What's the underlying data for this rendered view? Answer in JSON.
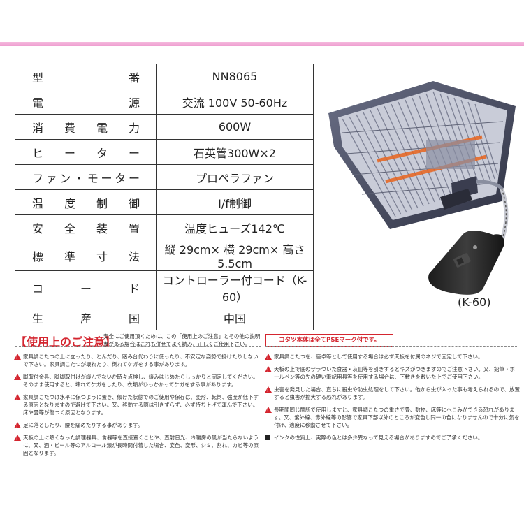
{
  "spec_table": [
    {
      "label": "型番",
      "value": "NN8065"
    },
    {
      "label": "電源",
      "value": "交流 100V 50-60Hz"
    },
    {
      "label": "消費電力",
      "value": "600W"
    },
    {
      "label": "ヒーター",
      "value": "石英管300W×2"
    },
    {
      "label": "ファン・モーター",
      "value": "プロペラファン"
    },
    {
      "label": "温度制御",
      "value": "I/f制御"
    },
    {
      "label": "安全装置",
      "value": "温度ヒューズ142℃"
    },
    {
      "label": "標準寸法",
      "value": "縦 29cm× 横 29cm× 高さ 5.5cm"
    },
    {
      "label": "コード",
      "value": "コントローラー付コード（K-60）"
    },
    {
      "label": "生産国",
      "value": "中国"
    }
  ],
  "product": {
    "controller_caption": "(K-60)"
  },
  "notice": {
    "title": "【使用上のご注意】",
    "intro": "安全にご使用頂くために、この「使用上のご注意」とその他の説明書がある場合はこれも併せてよく読み、正しくご使用下さい。",
    "pse_label": "コタツ本体は全てPSEマーク付です。",
    "left_items": [
      "家具調こたつの上に立ったり、とんだり、踏み台代わりに使ったり、不安定な姿勢で掛けたりしないで下さい。家具調こたつが壊れたり、倒れてケガをする事があります。",
      "脚取付金具、脚脚取付けが緩んでないか時々点検し、緩みはじめたらしっかりと固定してください。そのまま使用すると、壊れてケガをしたり、衣類がひっかかってケガをする事があります。",
      "家具調こたつは水平に保つように置き、傾けた状態でのご使用や保存は、変形、転倒、強度が低下する原因となりますので避けて下さい。又、移動する際は引きずらず、必ず持ち上げて運んで下さい。床や畳等が傷つく原因となります。",
      "足に落としたり、腰を痛めたりする事があります。",
      "天板の上に熱くなった調理器具、食器等を直接置くことや、直射日光、冷暖房の風が当たらないように、又、酒・ビール等のアルコール類が長時間付着した場合、変色、変形、シミ、割れ、カビ等の原因となります。"
    ],
    "right_items": [
      "家具調こたつを、座卓等として使用する場合は必ず天板を付属のネジで固定して下さい。",
      "天板の上で底のザラついた食器・灰皿等を引きずるとキズがつきますのでご注意下さい。又、鉛筆・ボールペン等の先の硬い筆記用具等を使用する場合は、下敷きを敷いた上でご使用下さい。",
      "虫害を発見した場合、直ちに殺虫や防虫処理をして下さい。他から虫が入った事も考えられるので、放置すると虫害が拡大する恐れがあります。",
      "長期間同じ箇所で使用しますと、家具調こたつの重さで畳、敷物、床等にへこみができる恐れがあります。又、紫外線、赤外線等の影響で家具下部以外のところが変色し同一の色になりませんので十分に気を付け、適度に移動させて下さい。"
    ],
    "ink_note": "インクの性質上、実際の色とは多少異なって見える場合がありますのでご了承ください。"
  },
  "colors": {
    "accent_pink": "#f0a6d4",
    "notice_red": "#d4252f"
  }
}
